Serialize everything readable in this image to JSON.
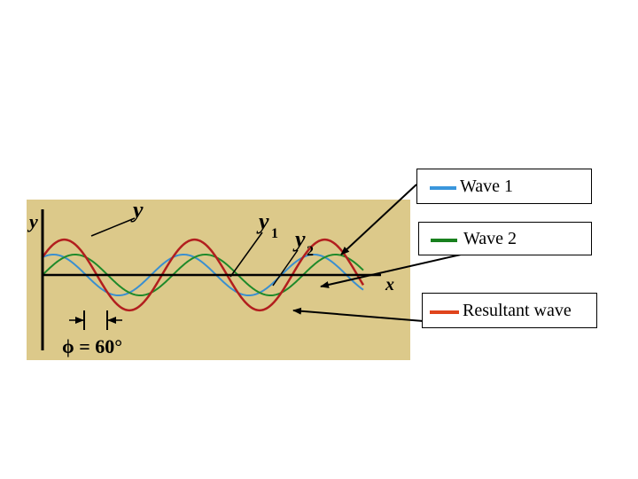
{
  "figure": {
    "labels": {
      "y_axis": "y",
      "x_axis": "x",
      "resultant": "y",
      "wave1": "y",
      "wave1_sub": "1",
      "wave2": "y",
      "wave2_sub": "2",
      "phase": "ϕ = 60°"
    },
    "colors": {
      "panel_bg": "#DCC98A",
      "wave1": "#3A8FD0",
      "wave2": "#1E8A2A",
      "resultant": "#B21E1E",
      "axis": "#000000"
    }
  },
  "legend": [
    {
      "label": "Wave 1",
      "color": "#3A96DC"
    },
    {
      "label": "Wave 2",
      "color": "#18801E"
    },
    {
      "label": "Resultant wave",
      "color": "#E0441C"
    }
  ]
}
